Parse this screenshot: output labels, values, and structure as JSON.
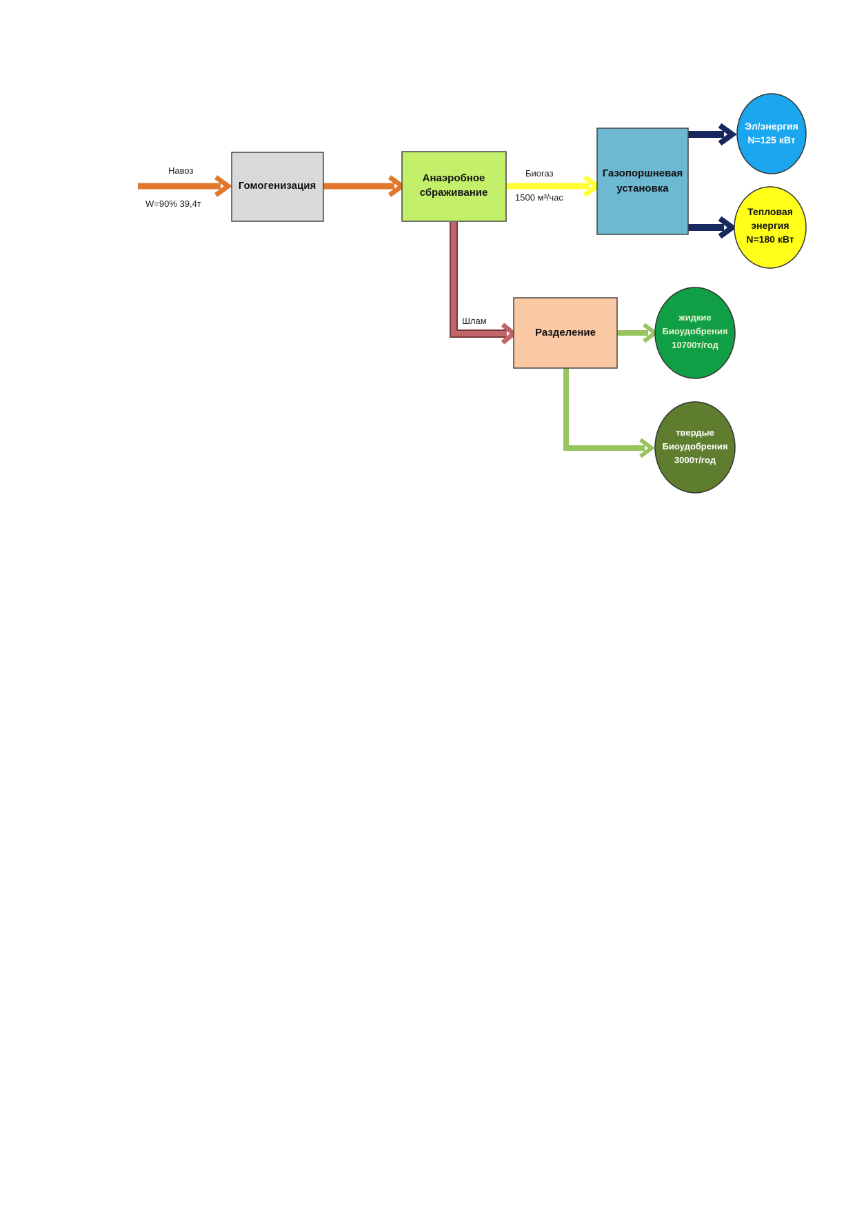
{
  "inputs": {
    "manure_label": "Навоз",
    "manure_params": "W=90% 39,4т"
  },
  "boxes": {
    "homogenization": "Гомогенизация",
    "anaerobic_line1": "Анаэробное",
    "anaerobic_line2": "сбраживание",
    "gas_engine_line1": "Газопоршневая",
    "gas_engine_line2": "установка",
    "separation": "Разделение"
  },
  "flows": {
    "biogas_label": "Биогаз",
    "biogas_rate": "1500 м³/час",
    "sludge_label": "Шлам"
  },
  "outputs": {
    "electric_line1": "Эл/энергия",
    "electric_line2": "N=125 кВт",
    "thermal_line1": "Тепловая",
    "thermal_line2": "энергия",
    "thermal_line3": "N=180 кВт",
    "liquid_line1": "жидкие",
    "liquid_line2": "Биоудобрения",
    "liquid_line3": "10700т/год",
    "solid_line1": "твердые",
    "solid_line2": "Биоудобрения",
    "solid_line3": "3000т/год"
  },
  "colors": {
    "manure_arrow": "#e2772e",
    "homogenization_box": "#d9d9d9",
    "anaerobic_box": "#c4ef6a",
    "biogas_arrow": "#ffff33",
    "gas_engine_box": "#6cb9d1",
    "energy_arrow": "#17285e",
    "electric_circle": "#1aa7ef",
    "thermal_circle": "#ffff1a",
    "sludge_arrow": "#c0666a",
    "separation_box": "#fac8a2",
    "fertilizer_arrow": "#96c45e",
    "liquid_circle": "#119f46",
    "solid_circle": "#5e7d2f"
  }
}
